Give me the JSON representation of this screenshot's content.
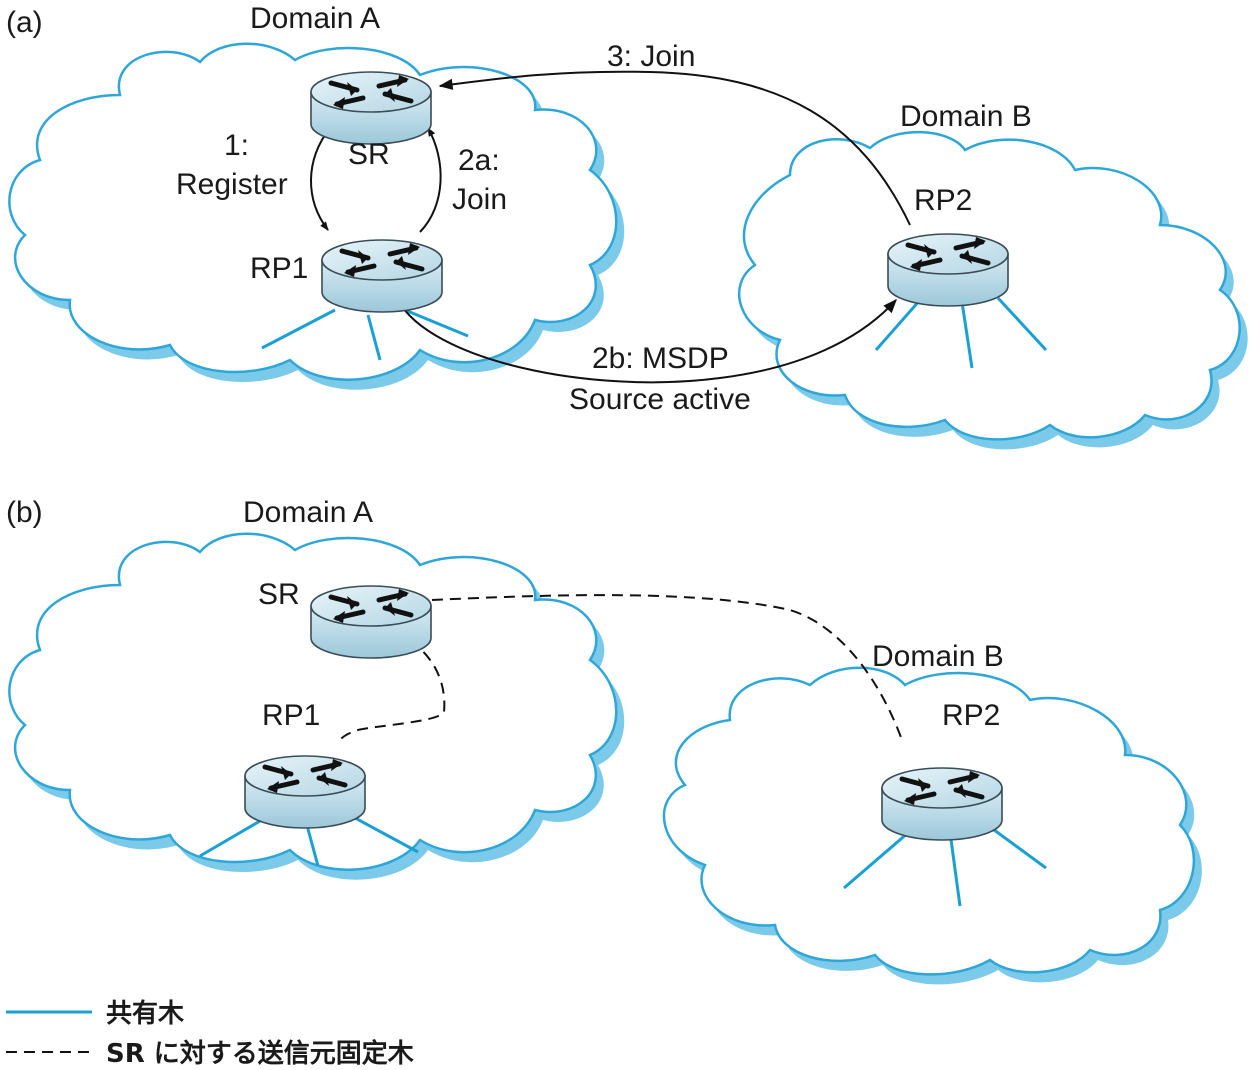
{
  "panel_a": {
    "tag": "(a)",
    "domain_a": "Domain A",
    "domain_b": "Domain B",
    "sr": "SR",
    "rp1": "RP1",
    "rp2": "RP2",
    "step1_line1": "1:",
    "step1_line2": "Register",
    "step2a_line1": "2a:",
    "step2a_line2": "Join",
    "step2b_line1": "2b: MSDP",
    "step2b_line2": "Source active",
    "step3": "3: Join"
  },
  "panel_b": {
    "tag": "(b)",
    "domain_a": "Domain A",
    "domain_b": "Domain B",
    "sr": "SR",
    "rp1": "RP1",
    "rp2": "RP2"
  },
  "legend": {
    "shared_tree": "共有木",
    "source_tree": "SR に対する送信元固定木"
  },
  "colors": {
    "shared_tree_line": "#1aa0d4",
    "cloud_outline": "#2fa6d8",
    "router_body": "#b9d9e6"
  }
}
